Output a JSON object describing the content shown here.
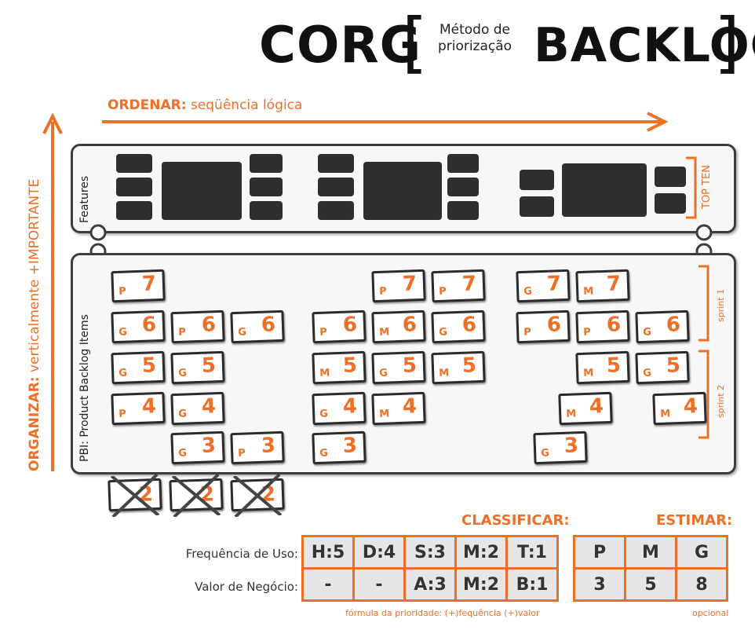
{
  "title": {
    "left": "CORG",
    "bracket_open": "[",
    "sub_line1": "Método de",
    "sub_line2": "priorização",
    "right": "BACKLOG",
    "bracket_close": "]"
  },
  "axes": {
    "horizontal_keyword": "ORDENAR:",
    "horizontal_text": "seqüência lógica",
    "vertical_keyword": "ORGANIZAR:",
    "vertical_text": "verticalmente +IMPORTANTE"
  },
  "panels": {
    "features_label": "Features",
    "top_ten_label": "TOP TEN",
    "pbi_label": "PBI: Product Backlog Items",
    "sprint1_label": "sprint 1",
    "sprint2_label": "sprint 2"
  },
  "cards": [
    {
      "size": "P",
      "value": "7"
    },
    {
      "size": "G",
      "value": "6"
    },
    {
      "size": "P",
      "value": "6"
    },
    {
      "size": "G",
      "value": "6"
    },
    {
      "size": "G",
      "value": "5"
    },
    {
      "size": "G",
      "value": "5"
    },
    {
      "size": "P",
      "value": "4"
    },
    {
      "size": "G",
      "value": "4"
    },
    {
      "size": "G",
      "value": "3"
    },
    {
      "size": "P",
      "value": "3"
    },
    {
      "size": "P",
      "value": "7"
    },
    {
      "size": "P",
      "value": "7"
    },
    {
      "size": "P",
      "value": "6"
    },
    {
      "size": "M",
      "value": "6"
    },
    {
      "size": "G",
      "value": "6"
    },
    {
      "size": "M",
      "value": "5"
    },
    {
      "size": "G",
      "value": "5"
    },
    {
      "size": "M",
      "value": "5"
    },
    {
      "size": "G",
      "value": "4"
    },
    {
      "size": "M",
      "value": "4"
    },
    {
      "size": "G",
      "value": "3"
    },
    {
      "size": "G",
      "value": "7"
    },
    {
      "size": "M",
      "value": "7"
    },
    {
      "size": "P",
      "value": "6"
    },
    {
      "size": "P",
      "value": "6"
    },
    {
      "size": "G",
      "value": "6"
    },
    {
      "size": "M",
      "value": "5"
    },
    {
      "size": "G",
      "value": "5"
    },
    {
      "size": "M",
      "value": "4"
    },
    {
      "size": "M",
      "value": "4"
    },
    {
      "size": "G",
      "value": "3"
    }
  ],
  "discarded_cards": [
    "2",
    "2",
    "2"
  ],
  "classificar": {
    "heading": "CLASSIFICAR:",
    "row1_label": "Frequência de Uso:",
    "row1": [
      "H:5",
      "D:4",
      "S:3",
      "M:2",
      "T:1"
    ],
    "row2_label": "Valor de Negócio:",
    "row2": [
      "-",
      "-",
      "A:3",
      "M:2",
      "B:1"
    ],
    "formula": "fórmula da prioridade: (+)fequência (+)valor"
  },
  "estimar": {
    "heading": "ESTIMAR:",
    "row1": [
      "P",
      "M",
      "G"
    ],
    "row2": [
      "3",
      "5",
      "8"
    ],
    "note": "opcional"
  },
  "colors": {
    "accent": "#ee6f27",
    "dark": "#2e2e2e"
  }
}
